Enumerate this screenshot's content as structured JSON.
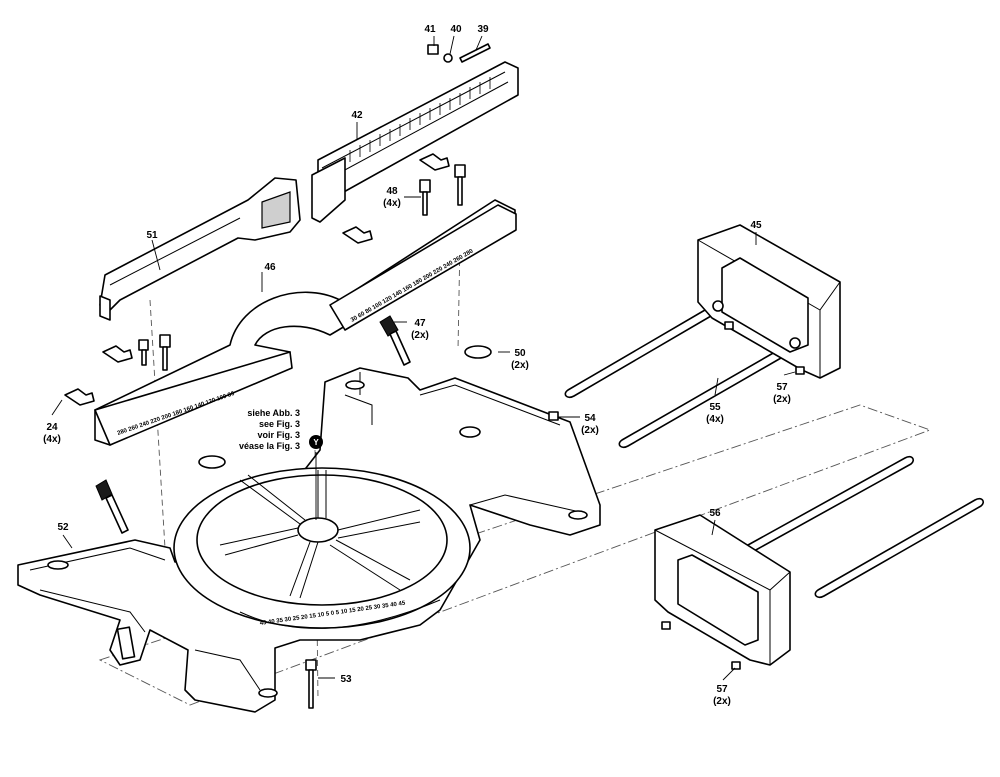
{
  "parts": [
    {
      "id": "p39",
      "number": "39",
      "qty": ""
    },
    {
      "id": "p40",
      "number": "40",
      "qty": ""
    },
    {
      "id": "p41",
      "number": "41",
      "qty": ""
    },
    {
      "id": "p42",
      "number": "42",
      "qty": ""
    },
    {
      "id": "p45",
      "number": "45",
      "qty": ""
    },
    {
      "id": "p46",
      "number": "46",
      "qty": ""
    },
    {
      "id": "p47",
      "number": "47",
      "qty": "(2x)"
    },
    {
      "id": "p48",
      "number": "48",
      "qty": "(4x)"
    },
    {
      "id": "p50",
      "number": "50",
      "qty": "(2x)"
    },
    {
      "id": "p51",
      "number": "51",
      "qty": ""
    },
    {
      "id": "p52",
      "number": "52",
      "qty": ""
    },
    {
      "id": "p53",
      "number": "53",
      "qty": ""
    },
    {
      "id": "p54",
      "number": "54",
      "qty": "(2x)"
    },
    {
      "id": "p55",
      "number": "55",
      "qty": "(4x)"
    },
    {
      "id": "p56",
      "number": "56",
      "qty": ""
    },
    {
      "id": "p57a",
      "number": "57",
      "qty": "(2x)"
    },
    {
      "id": "p57b",
      "number": "57",
      "qty": "(2x)"
    },
    {
      "id": "p24",
      "number": "24",
      "qty": "(4x)"
    }
  ],
  "reference_note": {
    "lines": [
      "siehe Abb. 3",
      "see Fig. 3",
      "voir Fig. 3",
      "véase la Fig. 3"
    ],
    "marker": "Y"
  },
  "fence_scale_right": [
    "30",
    "60",
    "80",
    "100",
    "120",
    "140",
    "160",
    "180",
    "200",
    "220",
    "240",
    "260",
    "280"
  ],
  "fence_scale_left": [
    "280",
    "260",
    "240",
    "220",
    "200",
    "180",
    "160",
    "140",
    "120",
    "100",
    "80"
  ],
  "miter_scale": [
    "45",
    "40",
    "35",
    "30",
    "25",
    "20",
    "15",
    "10",
    "5",
    "0",
    "5",
    "10",
    "15",
    "20",
    "25",
    "30",
    "35",
    "40",
    "45"
  ]
}
